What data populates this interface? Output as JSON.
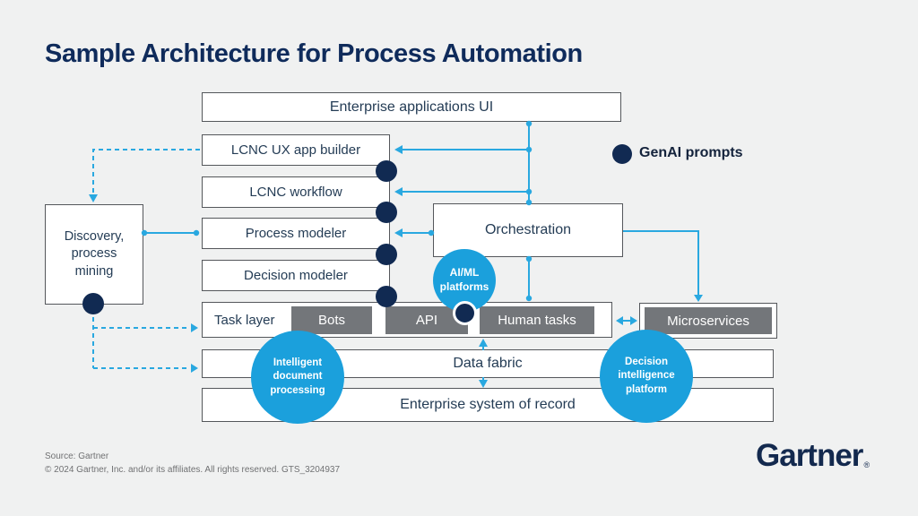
{
  "title": "Sample Architecture for Process Automation",
  "legend": {
    "label": "GenAI prompts"
  },
  "boxes": {
    "enterprise_ui": "Enterprise applications UI",
    "lcnc_ux": "LCNC UX app builder",
    "lcnc_workflow": "LCNC workflow",
    "process_modeler": "Process modeler",
    "decision_modeler": "Decision modeler",
    "discovery": "Discovery,\nprocess\nmining",
    "orchestration": "Orchestration",
    "task_layer": "Task layer",
    "bots": "Bots",
    "api": "API",
    "human_tasks": "Human tasks",
    "microservices": "Microservices",
    "data_fabric": "Data fabric",
    "system_of_record": "Enterprise system of record"
  },
  "circles": {
    "aiml": "AI/ML\nplatforms",
    "idp": "Intelligent\ndocument\nprocessing",
    "dip": "Decision\nintelligence\nplatform"
  },
  "footer": {
    "source": "Source: Gartner",
    "copyright": "© 2024 Gartner, Inc. and/or its affiliates. All rights reserved. GTS_3204937",
    "logo": "Gartner",
    "trademark": "®"
  },
  "colors": {
    "accent_cyan": "#29A8E0",
    "genai_navy": "#112A52",
    "circle_blue": "#1BA0DC",
    "task_gray": "#73767A",
    "title_navy": "#0F2B5B",
    "background": "#F0F1F1"
  }
}
